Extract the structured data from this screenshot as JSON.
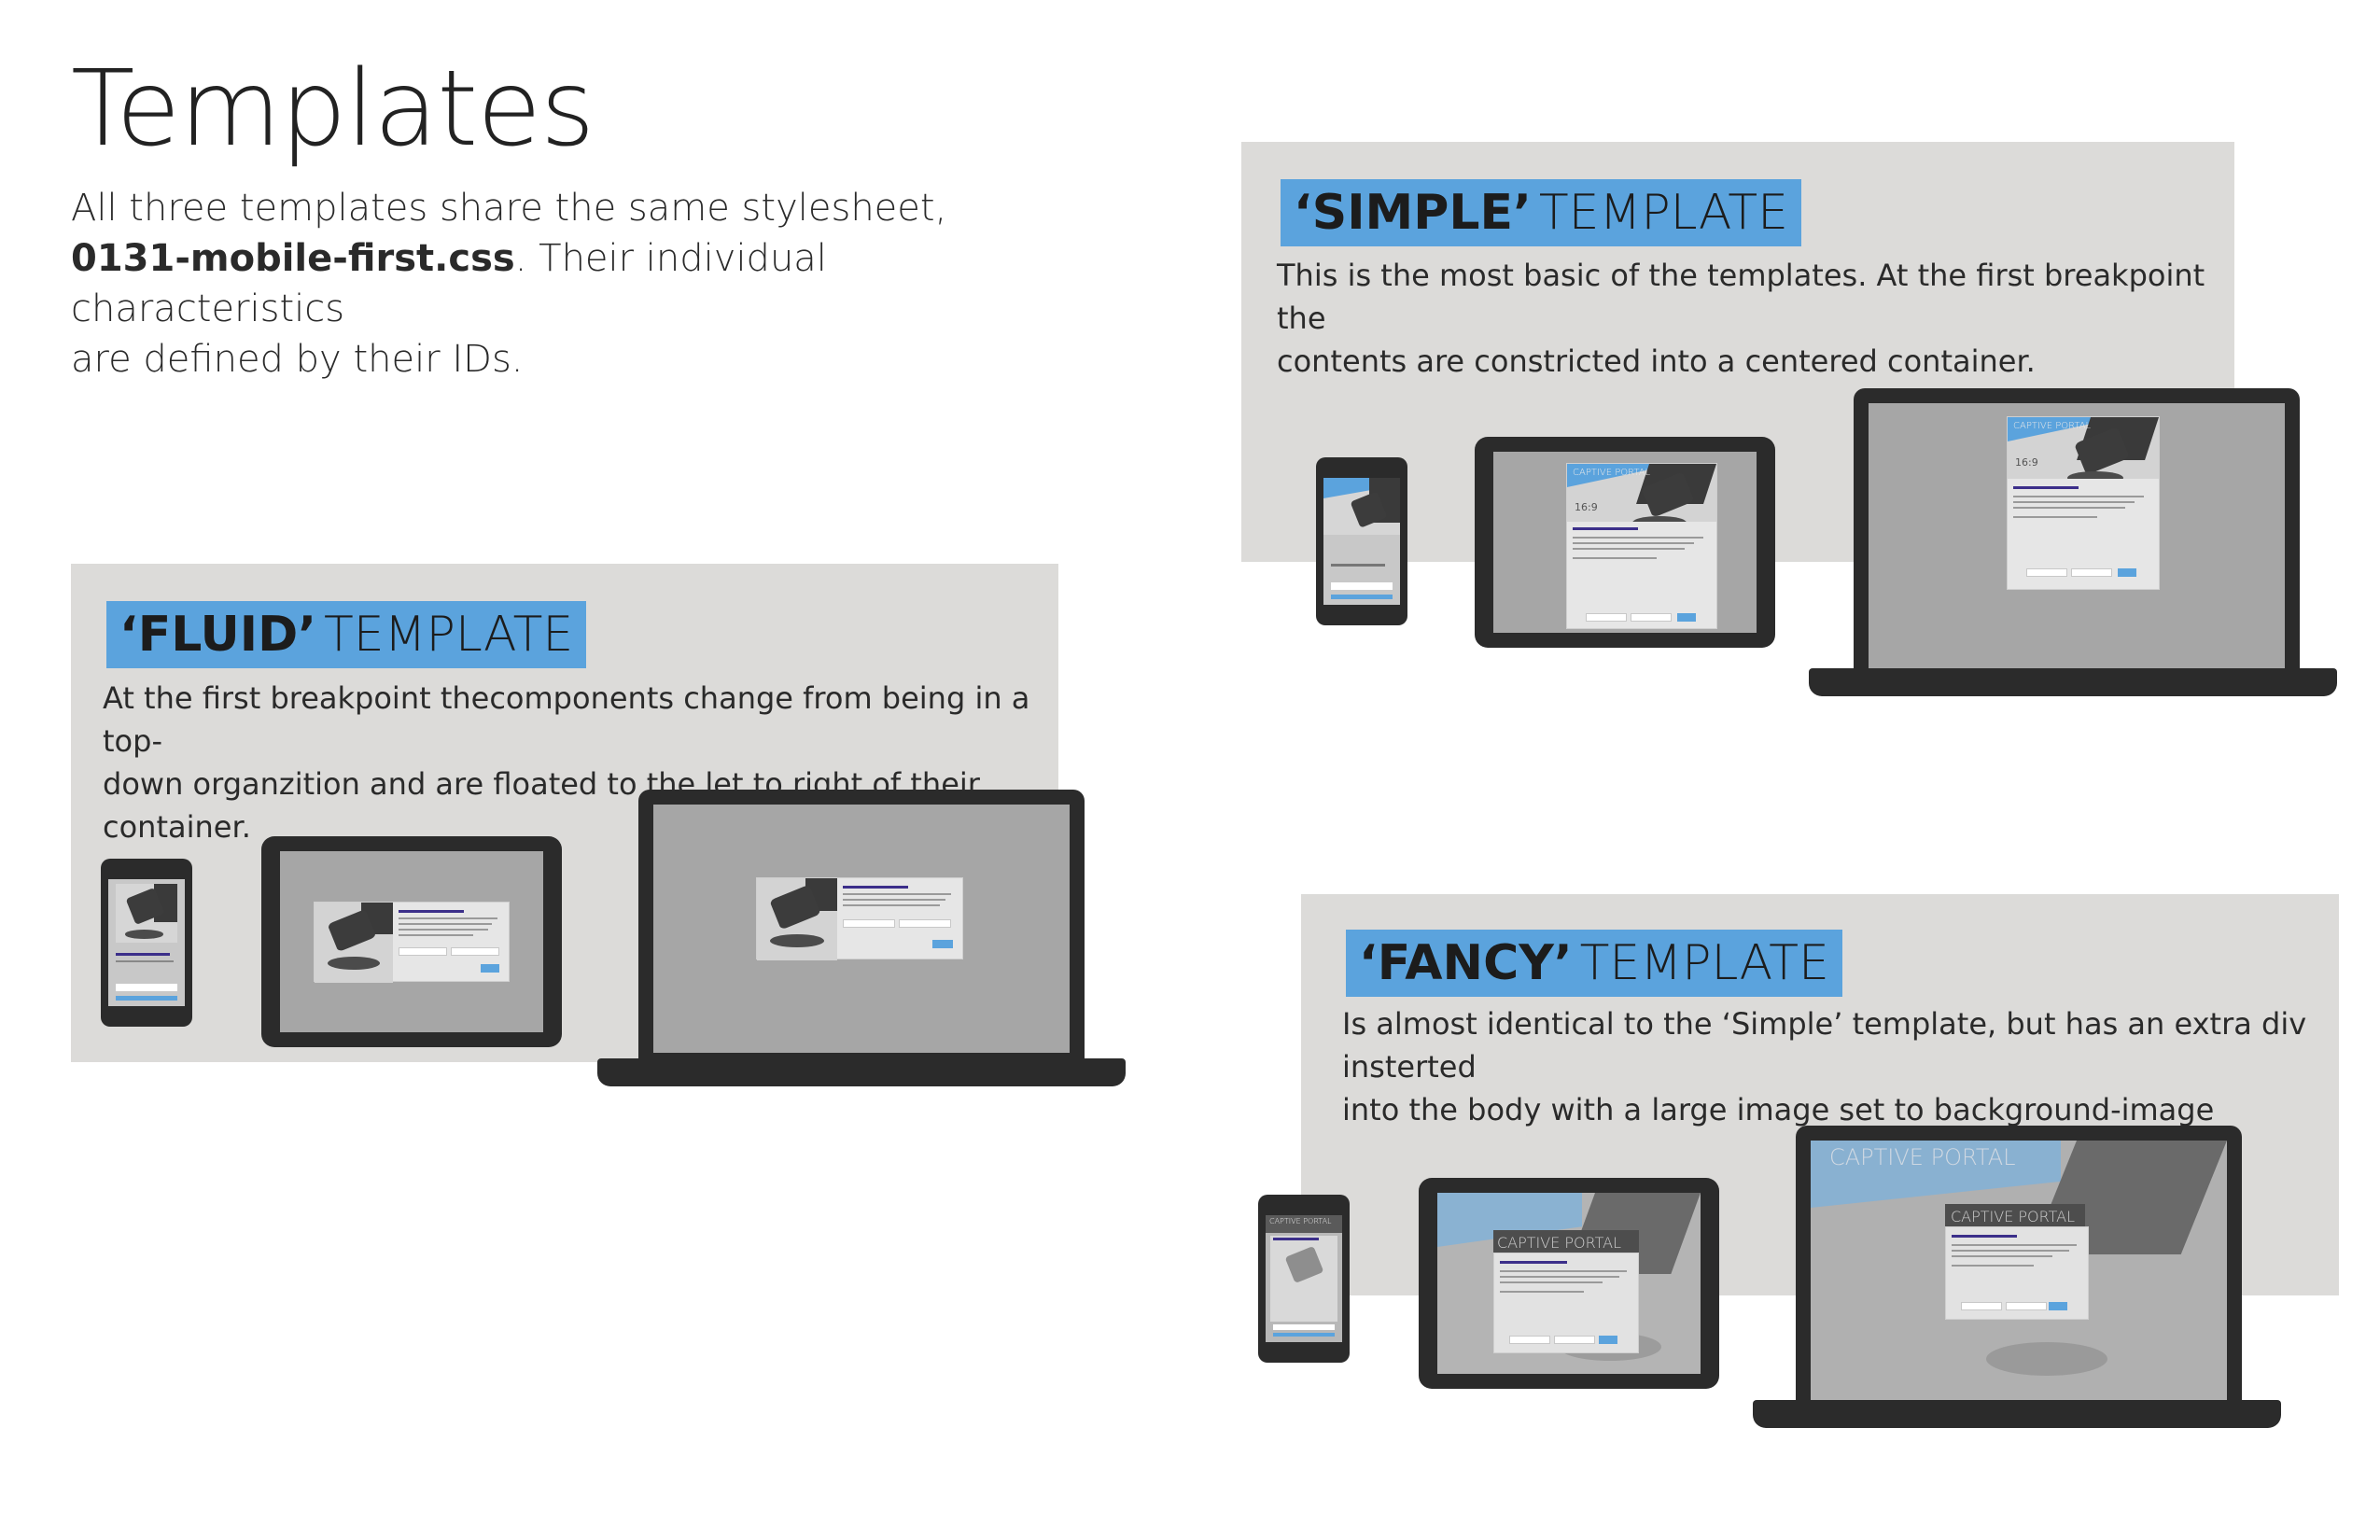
{
  "page": {
    "title": "Templates",
    "intro_line1": "All three templates share the same stylesheet,",
    "intro_filename": "0131-mobile-first.css",
    "intro_line2_rest": ". Their individual characteristics",
    "intro_line3": "are defined by their IDs."
  },
  "simple": {
    "quote_name": "‘SIMPLE’",
    "label": "TEMPLATE",
    "desc_line1": "This is the most basic of the templates. At the first breakpoint the",
    "desc_line2": "contents are constricted into a centered container.",
    "mockup_caption": "CAPTIVE PORTAL",
    "mockup_ratio": "16:9"
  },
  "fluid": {
    "quote_name": "‘FLUID’",
    "label": "TEMPLATE",
    "desc_line1": "At the first breakpoint thecomponents change from being in a top-",
    "desc_line2": "down organzition and are floated to the let to right of their container."
  },
  "fancy": {
    "quote_name": "‘FANCY’",
    "label": "TEMPLATE",
    "desc_line1": "Is almost identical to the ‘Simple’ template, but has an extra div insterted",
    "desc_line2": "into the body with a large image set to background-image",
    "mockup_caption": "CAPTIVE PORTAL"
  },
  "colors": {
    "accent": "#5ba3dd",
    "panel": "#dcdbd9",
    "device": "#2b2b2b"
  }
}
